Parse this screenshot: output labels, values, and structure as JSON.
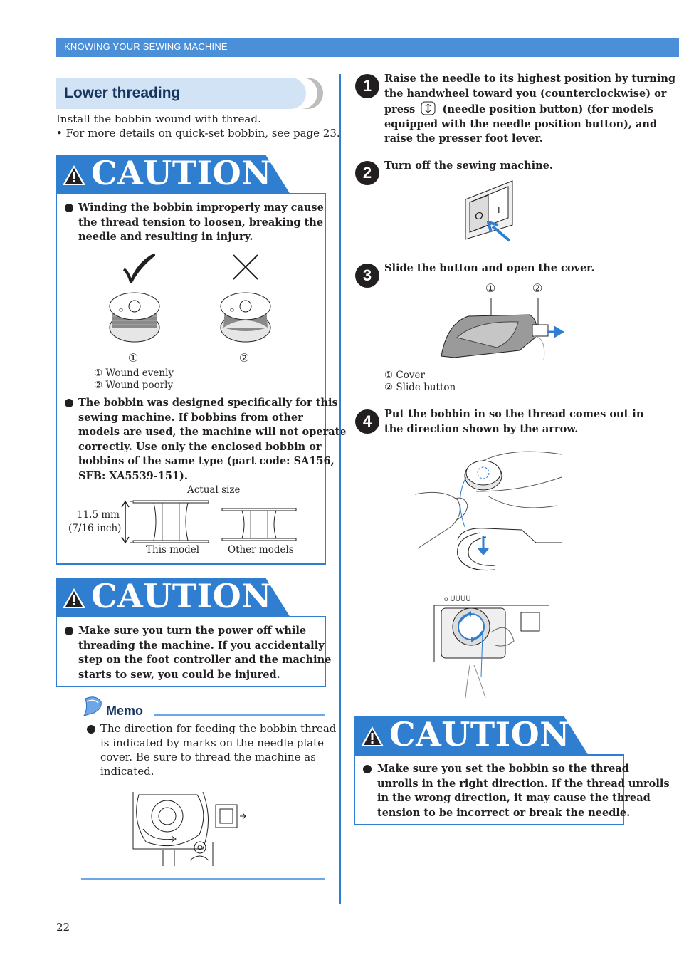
{
  "header": {
    "section": "KNOWING YOUR SEWING MACHINE"
  },
  "section_title": "Lower threading",
  "intro": {
    "line1": "Install the bobbin wound with thread.",
    "line2": "• For more details on quick-set bobbin, see page 23."
  },
  "caution_word": "CAUTION",
  "caution1": {
    "bullet1": [
      "Winding the bobbin improperly may cause",
      "the thread tension to loosen, breaking the",
      "needle and resulting in injury."
    ],
    "marker1": "①",
    "marker2": "②",
    "legend1": "① Wound evenly",
    "legend2": "② Wound poorly",
    "bullet2": [
      "The bobbin was designed specifically for this",
      "sewing machine. If bobbins from other",
      "models are used, the machine will not operate",
      "correctly. Use only the enclosed bobbin or",
      "bobbins of the same type (part code: SA156,",
      "SFB: XA5539-151)."
    ],
    "actual_size": "Actual size",
    "dim_mm": "11.5 mm",
    "dim_inch": "(7/16 inch)",
    "this_model": "This model",
    "other_models": "Other models"
  },
  "caution2": {
    "bullet1": [
      "Make sure you turn the power off while",
      "threading the machine. If you accidentally",
      "step on the foot controller and the machine",
      "starts to sew, you could be injured."
    ]
  },
  "memo": {
    "title": "Memo",
    "text": [
      "The direction for feeding the bobbin thread",
      "is indicated by marks on the needle plate",
      "cover. Be sure to thread the machine as",
      "indicated."
    ]
  },
  "steps": [
    {
      "num": "1",
      "lines": [
        "Raise the needle to its highest position by turning",
        "the handwheel toward you (counterclockwise) or",
        "press",
        "(needle position button) (for models",
        "equipped with the needle position button), and",
        "raise the presser foot lever."
      ]
    },
    {
      "num": "2",
      "lines": [
        "Turn off the sewing machine."
      ]
    },
    {
      "num": "3",
      "lines": [
        "Slide the button and open the cover."
      ]
    },
    {
      "num": "4",
      "lines": [
        "Put the bobbin in so the thread comes out in",
        "the direction shown by the arrow."
      ]
    }
  ],
  "step3_legend": {
    "m1": "①",
    "m2": "②",
    "l1": "① Cover",
    "l2": "② Slide button"
  },
  "switch_labels": {
    "off": "O",
    "on": "I"
  },
  "caution3": {
    "bullet1": [
      "Make sure you set the bobbin so the thread",
      "unrolls in the right direction. If the thread unrolls",
      "in the wrong direction, it may cause the thread",
      "tension to be incorrect or break the needle."
    ]
  },
  "page_number": "22",
  "colors": {
    "accent": "#2f7ed0",
    "header": "#4a8fd8",
    "tab": "#d3e3f6",
    "title": "#16365f"
  }
}
